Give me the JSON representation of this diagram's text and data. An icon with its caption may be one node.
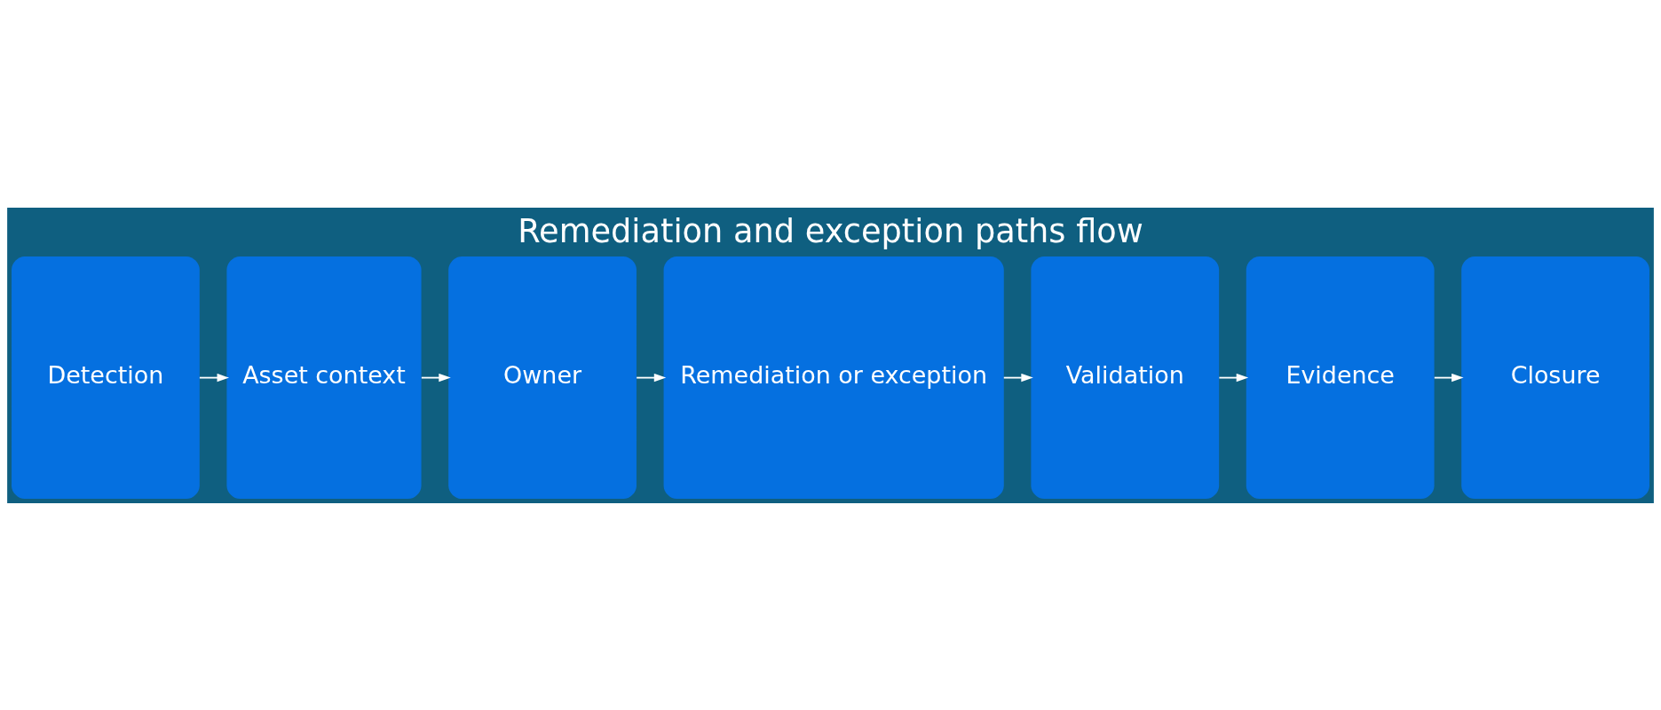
{
  "diagram": {
    "title": "Remediation and exception paths flow",
    "nodes": [
      {
        "text": [
          "Detection"
        ]
      },
      {
        "text": [
          "Asset context"
        ]
      },
      {
        "text": [
          "Owner"
        ]
      },
      {
        "text": [
          "Remediation or exception"
        ]
      },
      {
        "text": [
          "Validation"
        ]
      },
      {
        "text": [
          "Evidence"
        ]
      },
      {
        "text": [
          "Closure"
        ]
      }
    ],
    "edges": [
      {
        "from": 0,
        "to": 1,
        "arrow": "to"
      },
      {
        "from": 1,
        "to": 2,
        "arrow": "to"
      },
      {
        "from": 2,
        "to": 3,
        "arrow": "to"
      },
      {
        "from": 3,
        "to": 4,
        "arrow": "to"
      },
      {
        "from": 4,
        "to": 5,
        "arrow": "to"
      },
      {
        "from": 5,
        "to": 6,
        "arrow": "to"
      }
    ]
  }
}
